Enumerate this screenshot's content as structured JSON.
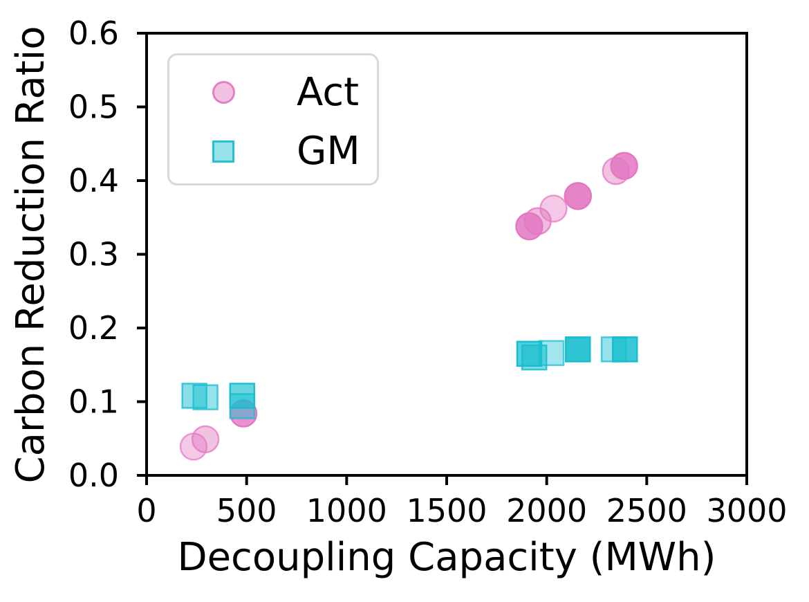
{
  "figure": {
    "background": "#ffffff"
  },
  "chart_data": {
    "type": "scatter",
    "title": "",
    "xlabel": "Decoupling Capacity (MWh)",
    "ylabel": "Carbon Reduction Ratio",
    "xlim": [
      0,
      3000
    ],
    "ylim": [
      0.0,
      0.6
    ],
    "x_ticks": [
      0,
      500,
      1000,
      1500,
      2000,
      2500,
      3000
    ],
    "x_tick_labels": [
      "0",
      "500",
      "1000",
      "1500",
      "2000",
      "2500",
      "3000"
    ],
    "y_ticks": [
      0.0,
      0.1,
      0.2,
      0.3,
      0.4,
      0.5,
      0.6
    ],
    "y_tick_labels": [
      "0.0",
      "0.1",
      "0.2",
      "0.3",
      "0.4",
      "0.5",
      "0.6"
    ],
    "grid": false,
    "legend_position": "upper left",
    "series": [
      {
        "name": "Act",
        "marker": "circle",
        "color": "#E377C2",
        "points": [
          {
            "x": 235,
            "y": 0.039,
            "alpha": 0.4
          },
          {
            "x": 294,
            "y": 0.049,
            "alpha": 0.45
          },
          {
            "x": 484,
            "y": 0.084,
            "alpha": 0.8
          },
          {
            "x": 1913,
            "y": 0.338,
            "alpha": 0.85
          },
          {
            "x": 1955,
            "y": 0.345,
            "alpha": 0.5
          },
          {
            "x": 2034,
            "y": 0.362,
            "alpha": 0.4
          },
          {
            "x": 2156,
            "y": 0.379,
            "alpha": 0.9
          },
          {
            "x": 2346,
            "y": 0.413,
            "alpha": 0.45
          },
          {
            "x": 2387,
            "y": 0.42,
            "alpha": 0.85
          }
        ]
      },
      {
        "name": "GM",
        "marker": "square",
        "color": "#17BECF",
        "points": [
          {
            "x": 239,
            "y": 0.108,
            "alpha": 0.5
          },
          {
            "x": 294,
            "y": 0.106,
            "alpha": 0.45
          },
          {
            "x": 478,
            "y": 0.108,
            "alpha": 0.65
          },
          {
            "x": 478,
            "y": 0.094,
            "alpha": 0.45
          },
          {
            "x": 1913,
            "y": 0.165,
            "alpha": 0.75
          },
          {
            "x": 1938,
            "y": 0.16,
            "alpha": 0.55
          },
          {
            "x": 2024,
            "y": 0.166,
            "alpha": 0.4
          },
          {
            "x": 2156,
            "y": 0.171,
            "alpha": 0.9
          },
          {
            "x": 2335,
            "y": 0.171,
            "alpha": 0.45
          },
          {
            "x": 2391,
            "y": 0.171,
            "alpha": 0.85
          }
        ]
      }
    ]
  },
  "legend": {
    "entries": [
      {
        "label": "Act",
        "marker": "circle",
        "color": "#E377C2"
      },
      {
        "label": "GM",
        "marker": "square",
        "color": "#17BECF"
      }
    ]
  }
}
